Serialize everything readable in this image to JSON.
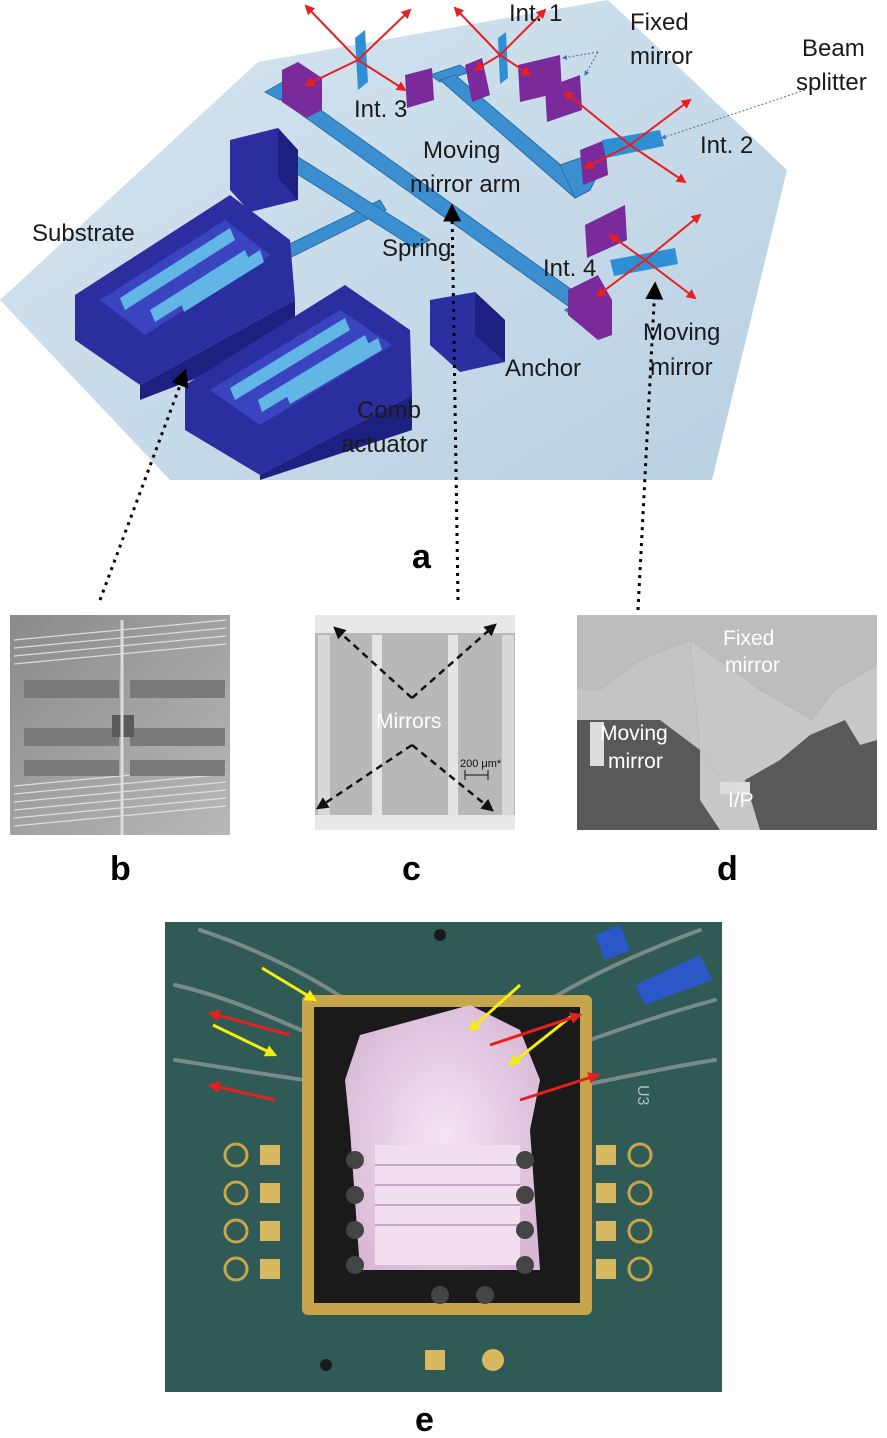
{
  "panel_a": {
    "letter": "a",
    "labels": {
      "int1": "Int. 1",
      "int2": "Int. 2",
      "int3": "Int. 3",
      "int4": "Int. 4",
      "fixed_mirror_line1": "Fixed",
      "fixed_mirror_line2": "mirror",
      "beam_splitter_line1": "Beam",
      "beam_splitter_line2": "splitter",
      "moving_mirror_arm_line1": "Moving",
      "moving_mirror_arm_line2": "mirror arm",
      "substrate": "Substrate",
      "spring": "Spring",
      "anchor": "Anchor",
      "moving_mirror_line1": "Moving",
      "moving_mirror_line2": "mirror",
      "comb_actuator_line1": "Comb",
      "comb_actuator_line2": "actuator"
    }
  },
  "panel_b": {
    "letter": "b"
  },
  "panel_c": {
    "letter": "c",
    "mirrors_label": "Mirrors",
    "scale_label": "200 μm*"
  },
  "panel_d": {
    "letter": "d",
    "fixed_mirror_line1": "Fixed",
    "fixed_mirror_line2": "mirror",
    "moving_mirror_line1": "Moving",
    "moving_mirror_line2": "mirror",
    "ip_label": "I/P"
  },
  "panel_e": {
    "letter": "e",
    "board_mark": "U3"
  },
  "colors": {
    "substrate": "#c9dcea",
    "arm": "#3b8fd0",
    "comb_dark": "#2a2e9e",
    "mirror_purple": "#7a2a9a",
    "beam_red": "#e62020",
    "arrow_yellow": "#f5ee10",
    "pcb_green": "#2f5a55"
  }
}
